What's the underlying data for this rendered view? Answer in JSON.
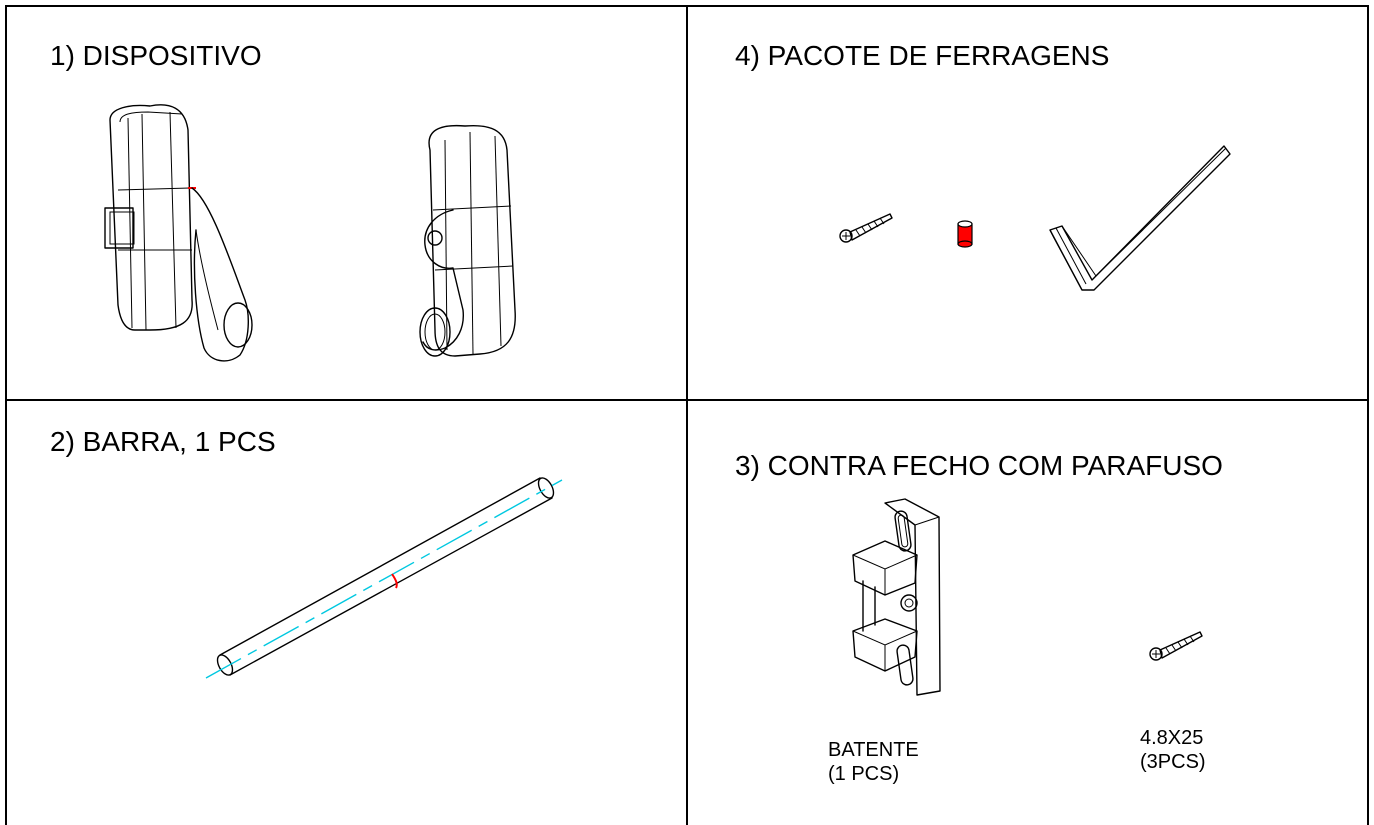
{
  "sections": {
    "dispositivo": {
      "title": "1) DISPOSITIVO"
    },
    "barra": {
      "title": "2) BARRA, 1 PCS"
    },
    "contra_fecho": {
      "title": "3) CONTRA FECHO COM PARAFUSO",
      "batente_label": "BATENTE",
      "batente_qty": "(1 PCS)",
      "screw_label": "4.8X25",
      "screw_qty": "(3PCS)"
    },
    "ferragens": {
      "title": "4) PACOTE DE FERRAGENS"
    }
  },
  "colors": {
    "line": "#000000",
    "highlight_red": "#ff0000",
    "axis_cyan": "#00c8e0"
  }
}
